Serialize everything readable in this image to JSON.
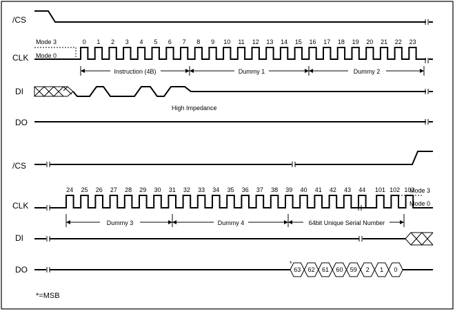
{
  "signals": {
    "top": [
      "/CS",
      "CLK",
      "DI",
      "DO"
    ],
    "bottom": [
      "/CS",
      "CLK",
      "DI",
      "DO"
    ]
  },
  "modes": {
    "mode3": "Mode 3",
    "mode0": "Mode 0"
  },
  "top_clock_numbers": [
    "0",
    "1",
    "2",
    "3",
    "4",
    "5",
    "6",
    "7",
    "8",
    "9",
    "10",
    "11",
    "12",
    "13",
    "14",
    "15",
    "16",
    "17",
    "18",
    "19",
    "20",
    "21",
    "22",
    "23"
  ],
  "bottom_clock_numbers": [
    "24",
    "25",
    "26",
    "27",
    "28",
    "29",
    "30",
    "31",
    "32",
    "33",
    "34",
    "35",
    "36",
    "37",
    "38",
    "39",
    "40",
    "41",
    "42",
    "43",
    "44",
    "101",
    "102",
    "103"
  ],
  "phases_top": [
    "Instruction (4B)",
    "Dummy 1",
    "Dummy 2"
  ],
  "phases_bottom": [
    "Dummy 3",
    "Dummy 4",
    "64bit Unique Serial Number"
  ],
  "high_impedance": "High Impedance",
  "do_bits": [
    "63",
    "62",
    "61",
    "60",
    "59",
    "2",
    "1",
    "0"
  ],
  "msb_marker": "*",
  "msb_note": "*=MSB"
}
